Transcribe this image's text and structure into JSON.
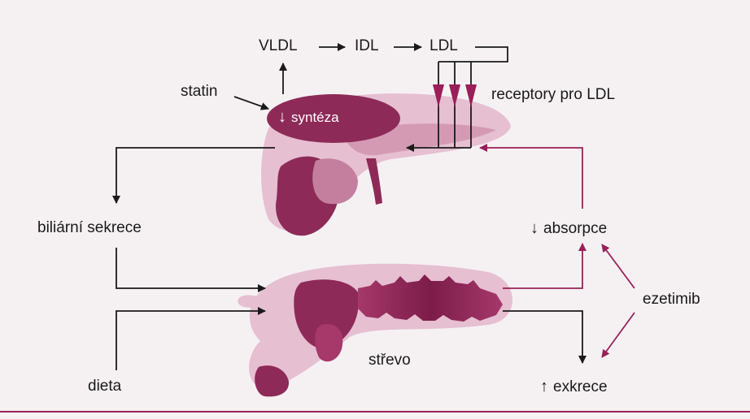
{
  "colors": {
    "accent": "#9a1f5a",
    "organ_light": "#e6bfd1",
    "organ_mid": "#c47f9f",
    "organ_dark": "#8e2a58",
    "arrow_black": "#1a1a1a",
    "background": "#f5f1f3"
  },
  "labels": {
    "vldl": "VLDL",
    "idl": "IDL",
    "ldl": "LDL",
    "statin": "statin",
    "synteza": "syntéza",
    "receptory": "receptory pro LDL",
    "biliarni": "biliární sekrece",
    "absorpce": "absorpce",
    "ezetimib": "ezetimib",
    "dieta": "dieta",
    "strevo": "střevo",
    "exkrece": "exkrece"
  },
  "indicators": {
    "synteza_direction": "↓",
    "absorpce_direction": "↓",
    "exkrece_direction": "↑"
  },
  "illustrations": [
    "liver",
    "intestine"
  ]
}
